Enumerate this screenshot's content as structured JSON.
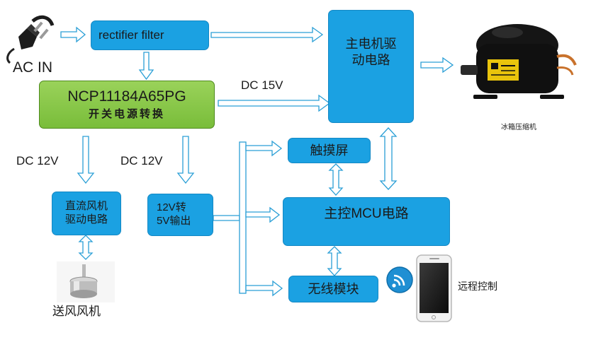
{
  "input": {
    "label": "AC IN"
  },
  "blocks": {
    "rectifier": "rectifier filter",
    "ncp_line1": "NCP11184A65PG",
    "ncp_line2": "开关电源转换",
    "main_motor_line1": "主电机驱",
    "main_motor_line2": "动电路",
    "touch": "触摸屏",
    "mcu": "主控MCU电路",
    "dc_fan_line1": "直流风机",
    "dc_fan_line2": "驱动电路",
    "conv_line1": "12V转",
    "conv_line2": "5V输出",
    "wireless": "无线模块"
  },
  "labels": {
    "dc15": "DC 15V",
    "dc12_left": "DC 12V",
    "dc12_mid": "DC 12V",
    "compressor": "冰箱压缩机",
    "fan": "送风风机",
    "remote": "远程控制"
  },
  "colors": {
    "block_blue": "#1ba1e2",
    "block_green": "#8ccb4c",
    "arrow_stroke": "#2a9fd6"
  },
  "icons": [
    "ac-plug-icon",
    "compressor-icon",
    "fan-motor-icon",
    "wifi-icon",
    "smartphone-icon"
  ]
}
